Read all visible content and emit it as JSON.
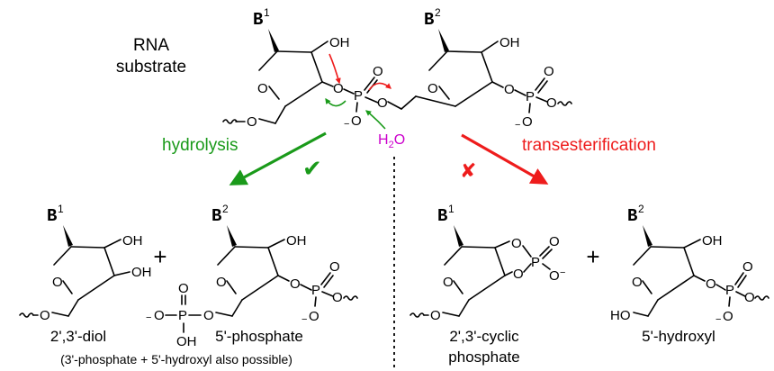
{
  "labels": {
    "rna_substrate_line1": "RNA",
    "rna_substrate_line2": "substrate",
    "hydrolysis": "hydrolysis",
    "transesterification": "transesterification",
    "water_H": "H",
    "water_sub": "2",
    "water_O": "O",
    "check_mark": "✔",
    "cross_mark": "✘",
    "plus": "+"
  },
  "products": {
    "diol": "2',3'-diol",
    "phosphate5": "5'-phosphate",
    "note": "(3'-phosphate + 5'-hydroxyl also possible)",
    "cyclic_line1": "2',3'-cyclic",
    "cyclic_line2": "phosphate",
    "hydroxyl5": "5'-hydroxyl"
  },
  "atoms": {
    "B": "B",
    "base1_index": "1",
    "base2_index": "2",
    "O": "O",
    "OH": "OH",
    "HO": "HO",
    "P": "P",
    "minus": "−",
    "ring_O": "O"
  },
  "colors": {
    "hydrolysis": "#1a9a1a",
    "transesterification": "#ee1c1c",
    "water": "#cc00cc",
    "red_arrow": "#ee1c1c",
    "green_arrow": "#1a9a1a",
    "text": "#000000"
  }
}
